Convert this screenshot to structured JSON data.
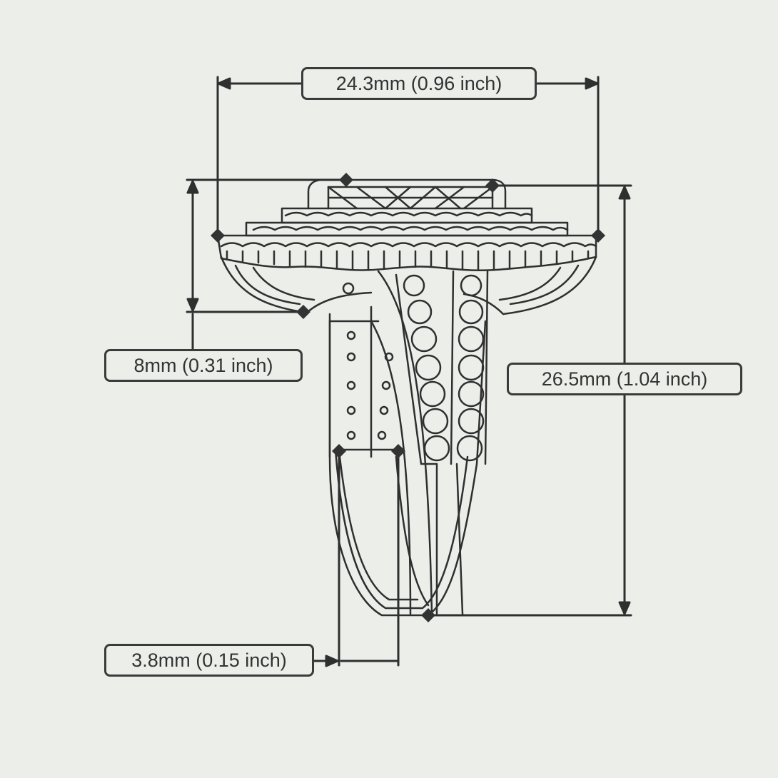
{
  "dimensions": {
    "width_label": "24.3mm (0.96 inch)",
    "height_label": "26.5mm (1.04 inch)",
    "setting_height_label": "8mm (0.31 inch)",
    "band_width_label": "3.8mm (0.15 inch)"
  },
  "colors": {
    "background": "#eceeea",
    "line": "#2f2f2f",
    "label_border": "#3b3b3b"
  },
  "icons": {
    "arrowhead": "arrowhead-icon",
    "marker": "diamond-marker-icon"
  }
}
